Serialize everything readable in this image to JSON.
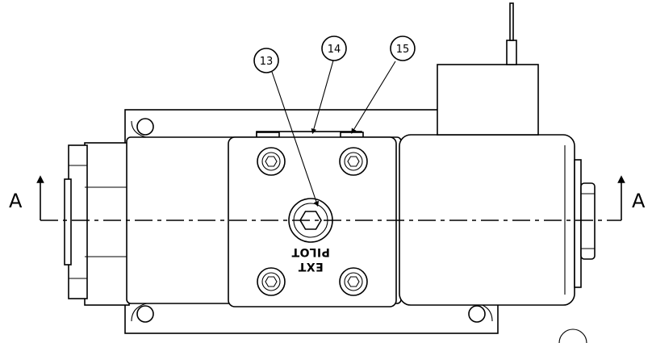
{
  "section_marks": {
    "left": "A",
    "right": "A"
  },
  "callouts": [
    {
      "id": "13",
      "label": "13"
    },
    {
      "id": "14",
      "label": "14"
    },
    {
      "id": "15",
      "label": "15"
    }
  ],
  "engraving": {
    "line1": "EXT",
    "line2": "PILOT"
  }
}
